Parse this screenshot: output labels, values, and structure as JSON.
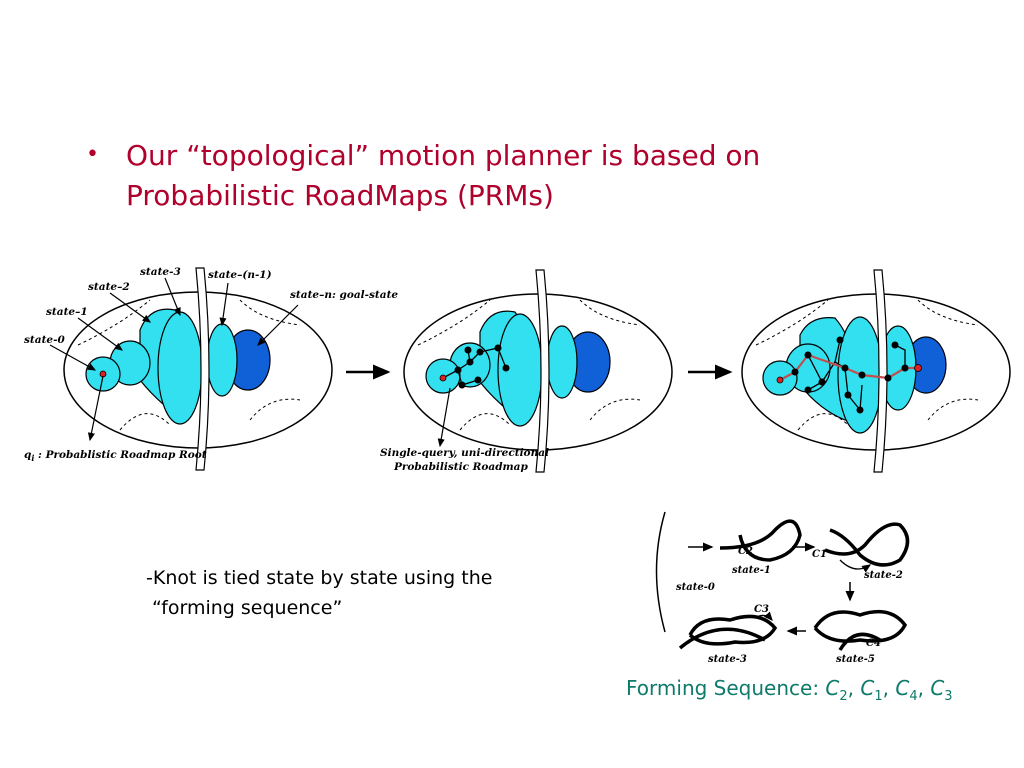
{
  "slide": {
    "bullet_symbol": "•",
    "bullet_text": "Our “topological” motion planner is based on Probabilistic RoadMaps (PRMs)",
    "knot_text_line1": "-Knot is tied state by state using the",
    "knot_text_line2": "“forming sequence”",
    "forming_sequence": {
      "prefix": "Forming Sequence: ",
      "items": [
        {
          "letter": "C",
          "sub": "2"
        },
        {
          "letter": "C",
          "sub": "1"
        },
        {
          "letter": "C",
          "sub": "4"
        },
        {
          "letter": "C",
          "sub": "3"
        }
      ]
    }
  },
  "diagram1": {
    "labels": {
      "state0": "state-0",
      "state1": "state–1",
      "state2": "state–2",
      "state3": "state-3",
      "staten1": "state–(n-1)",
      "staten": "state–n: goal-state",
      "root_q": "q",
      "root_sub": "i",
      "root_rest": " : Probablistic Roadmap Root"
    }
  },
  "diagram2": {
    "label_line1": "Single-query, uni-directional",
    "label_line2": "Probabilistic Roadmap"
  },
  "knot_diagram": {
    "state0": "state-0",
    "state1": "state-1",
    "state2": "state-2",
    "state3": "state-3",
    "state5": "state-5",
    "c1": "C1",
    "c2": "C2",
    "c3": "C3",
    "c4": "C4"
  },
  "colors": {
    "title_red": "#b0002c",
    "teal_text": "#0d7a6a",
    "cyan_fill": "#33e0f0",
    "blue_fill": "#1060d8"
  }
}
